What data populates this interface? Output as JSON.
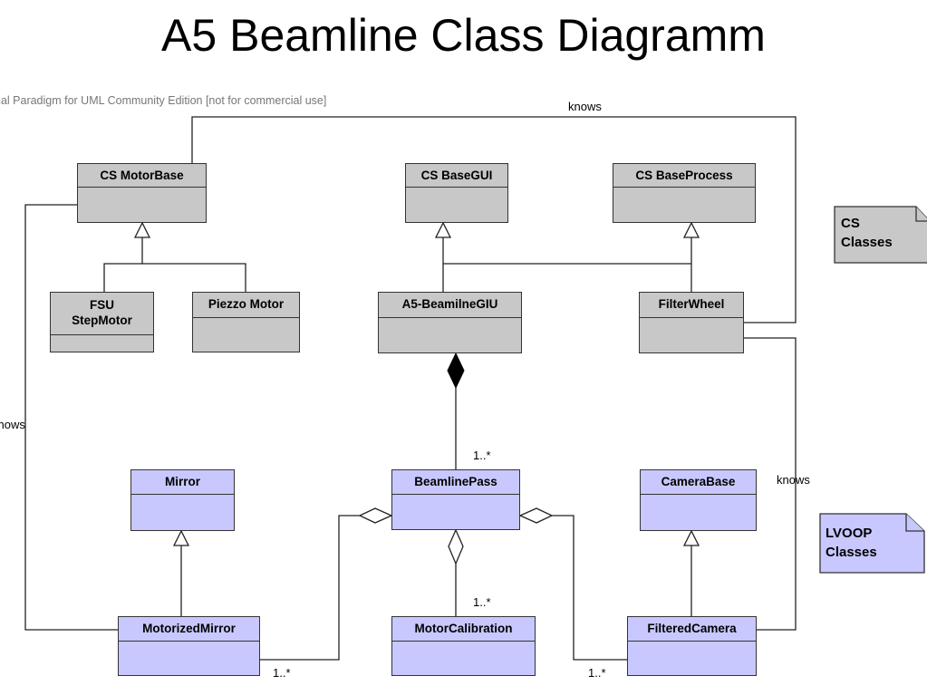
{
  "title": "A5 Beamline Class Diagramm",
  "watermark": "ual Paradigm for UML Community Edition [not for commercial use]",
  "classes": {
    "cs_motorbase": "CS MotorBase",
    "cs_basegui": "CS BaseGUI",
    "cs_baseprocess": "CS BaseProcess",
    "fsu_stepmotor_line1": "FSU",
    "fsu_stepmotor_line2": "StepMotor",
    "piezzo_motor": "Piezzo Motor",
    "a5_beamlinegiu": "A5-BeamilneGIU",
    "filterwheel": "FilterWheel",
    "mirror": "Mirror",
    "beamlinepass": "BeamlinePass",
    "camerabase": "CameraBase",
    "motorizedmirror": "MotorizedMirror",
    "motorcalibration": "MotorCalibration",
    "filteredcamera": "FilteredCamera"
  },
  "labels": {
    "knows_top": "knows",
    "knows_left": "knows",
    "knows_right": "knows",
    "mult_beamlinepass": "1..*",
    "mult_motorcalibration": "1..*",
    "mult_motorizedmirror": "1..*",
    "mult_filteredcamera": "1..*"
  },
  "notes": {
    "cs_line1": "CS",
    "cs_line2": "Classes",
    "lvoop_line1": "LVOOP",
    "lvoop_line2": "Classes"
  },
  "colors": {
    "cs_class_fill": "#c8c8c8",
    "lvoop_class_fill": "#c8c8ff"
  }
}
